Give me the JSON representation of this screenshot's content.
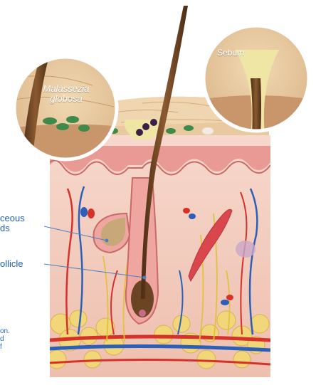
{
  "labels": {
    "sebaceous_line1": "ceous",
    "sebaceous_line2": "ds",
    "follicle": "ollicle",
    "malassezia_line1": "Malassezia",
    "malassezia_line2": "globosa",
    "sebum": "Sebum",
    "note_line1": "on.",
    "note_line2": "d",
    "note_line3": "f"
  },
  "colors": {
    "skin_surface": "#e8c9a0",
    "dermis": "#f2c9bc",
    "epidermis": "#e99a94",
    "hair_shaft": "#6b4423",
    "sebum": "#efe6a6",
    "fungus": "#3f8a4a",
    "label_text": "#1f5fb0",
    "vein": "#2c5fb8",
    "artery": "#d6322a",
    "fat": "#f1d67a",
    "muscle": "#d9474d"
  }
}
